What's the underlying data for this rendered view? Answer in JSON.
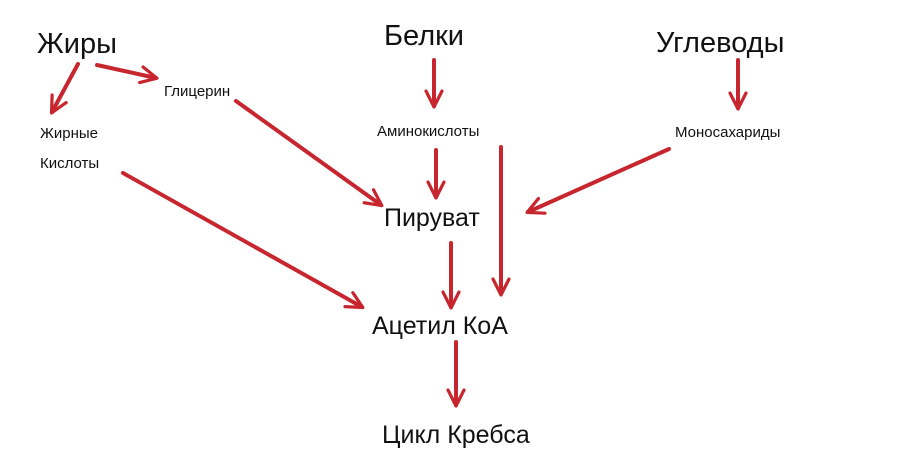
{
  "nodes": {
    "fats": "Жиры",
    "proteins": "Белки",
    "carbs": "Углеводы",
    "glycerol": "Глицерин",
    "fatty_acids_line1": "Жирные",
    "fatty_acids_line2": "Кислоты",
    "amino_acids": "Аминокислоты",
    "monosaccharides": "Моносахариды",
    "pyruvate": "Пируват",
    "acetyl_coa": "Ацетил КоА",
    "krebs_cycle": "Цикл Кребса"
  },
  "colors": {
    "arrow": "#c8262e",
    "text": "#111111",
    "background": "#ffffff"
  }
}
